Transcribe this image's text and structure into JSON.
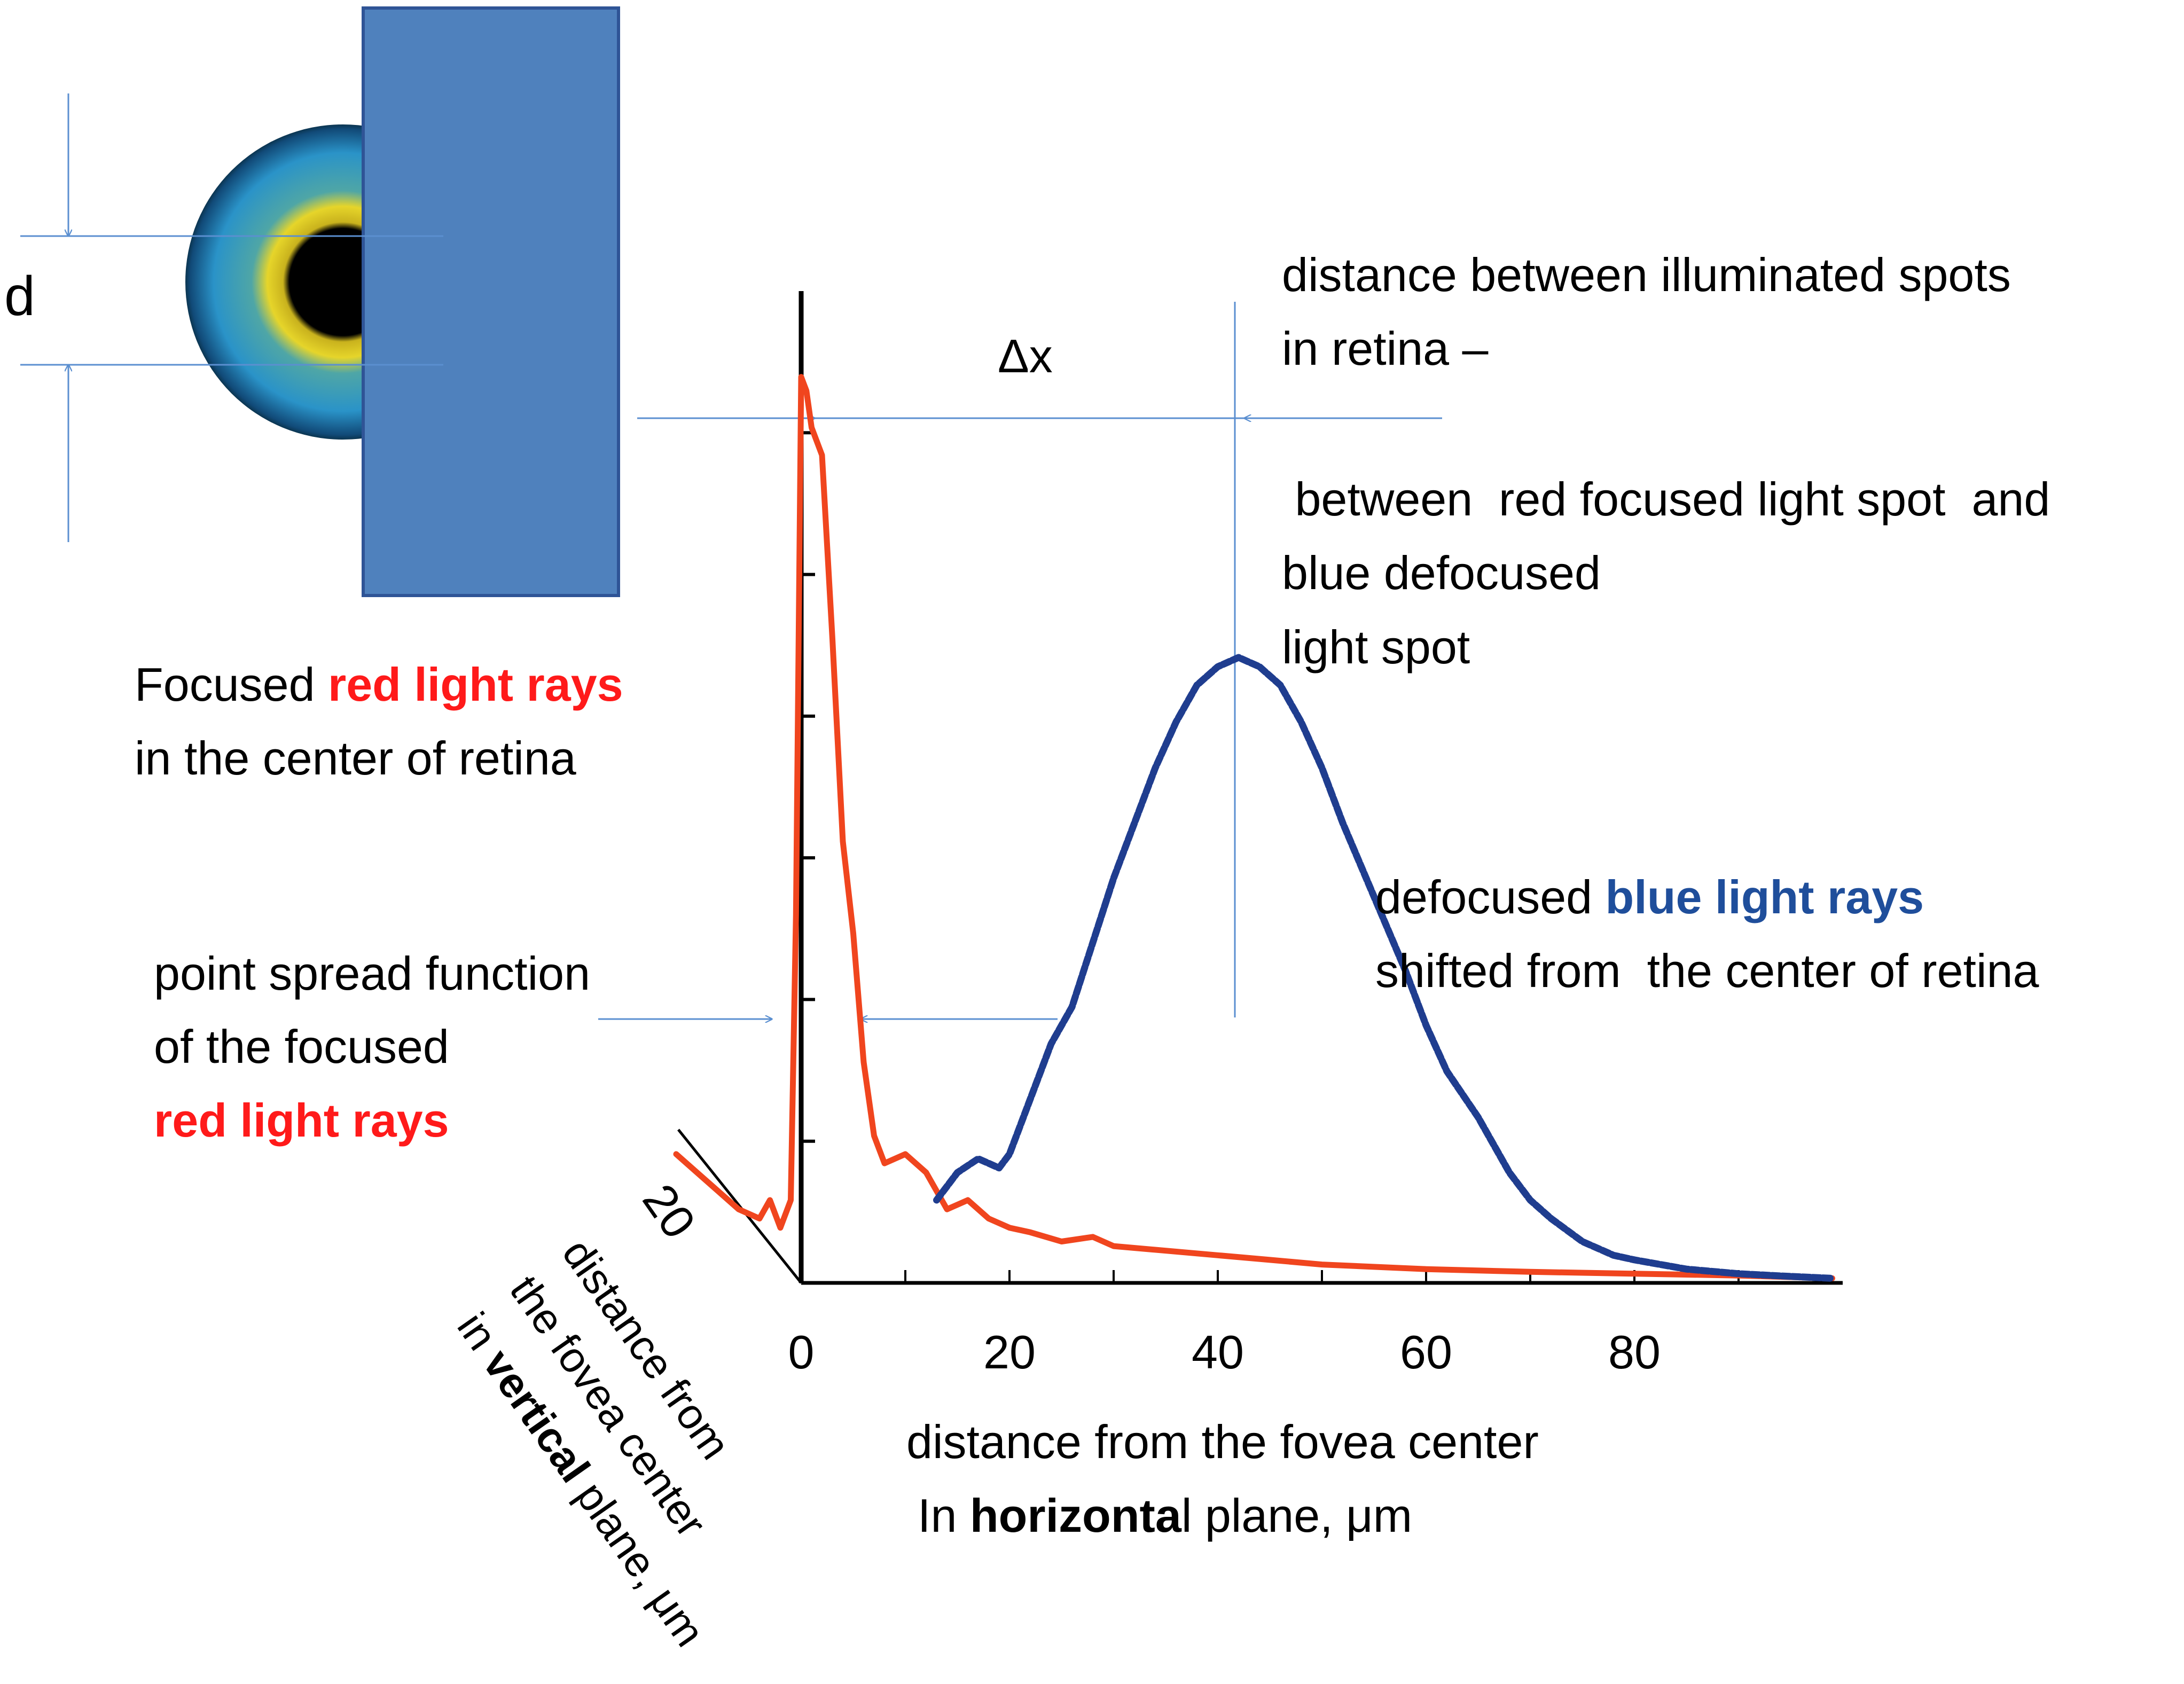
{
  "eye": {
    "d_label": "d"
  },
  "delta_label": "Δx",
  "annotations": {
    "distance_lines": [
      "distance between illuminated spots",
      "in retina –",
      " between  red focused light spot  and",
      "blue defocused",
      "light spot"
    ],
    "focused": {
      "line1_prefix": "Focused ",
      "line1_highlight": "red light rays",
      "line2": "in the center of retina"
    },
    "psf": {
      "line1": "point spread function",
      "line2": "of the focused",
      "line3_highlight": "red light rays"
    },
    "defocused": {
      "line1_prefix": "defocused ",
      "line1_highlight": "blue light rays",
      "line2": "shifted from  the center of retina"
    }
  },
  "chart_data": {
    "type": "line",
    "title": "",
    "x_axis": {
      "ticks": [
        "0",
        "20",
        "40",
        "60",
        "80"
      ],
      "range": [
        0,
        100
      ],
      "label_line1": "distance from the fovea center",
      "label_line2_prefix": "In ",
      "label_line2_bold": "horizonta",
      "label_line2_suffix": "l plane, μm"
    },
    "z_axis": {
      "tick": "20",
      "label_line1": "distance from",
      "label_line2": "the fovea center",
      "label_line3_prefix": "in ",
      "label_line3_bold": "vertical",
      "label_line3_suffix": " plane, μm"
    },
    "y_range": [
      0,
      1
    ],
    "series": [
      {
        "color": "#f0451e",
        "x": [
          -12,
          -10,
          -8,
          -6,
          -4,
          -3,
          -2,
          -1,
          -0.5,
          0,
          0.5,
          1,
          2,
          3,
          4,
          5,
          6,
          7,
          8,
          10,
          12,
          14,
          16,
          18,
          20,
          22,
          25,
          28,
          30,
          35,
          40,
          45,
          50,
          60,
          70,
          80,
          90,
          99
        ],
        "y": [
          0.14,
          0.12,
          0.1,
          0.08,
          0.07,
          0.09,
          0.06,
          0.09,
          0.4,
          0.985,
          0.97,
          0.93,
          0.9,
          0.7,
          0.48,
          0.38,
          0.24,
          0.16,
          0.13,
          0.14,
          0.12,
          0.08,
          0.09,
          0.07,
          0.06,
          0.055,
          0.045,
          0.05,
          0.04,
          0.035,
          0.03,
          0.025,
          0.02,
          0.015,
          0.012,
          0.01,
          0.008,
          0.005
        ]
      },
      {
        "color": "#1f3d8f",
        "x": [
          13,
          15,
          17,
          19,
          20,
          22,
          24,
          26,
          28,
          30,
          32,
          34,
          36,
          38,
          40,
          42,
          44,
          46,
          48,
          50,
          52,
          55,
          58,
          60,
          62,
          65,
          68,
          70,
          72,
          75,
          78,
          80,
          85,
          90,
          95,
          99
        ],
        "y": [
          0.09,
          0.12,
          0.135,
          0.125,
          0.14,
          0.2,
          0.26,
          0.3,
          0.37,
          0.44,
          0.5,
          0.56,
          0.61,
          0.65,
          0.67,
          0.68,
          0.67,
          0.65,
          0.61,
          0.56,
          0.5,
          0.42,
          0.34,
          0.28,
          0.23,
          0.18,
          0.12,
          0.09,
          0.07,
          0.045,
          0.03,
          0.025,
          0.015,
          0.01,
          0.007,
          0.005
        ]
      }
    ]
  }
}
